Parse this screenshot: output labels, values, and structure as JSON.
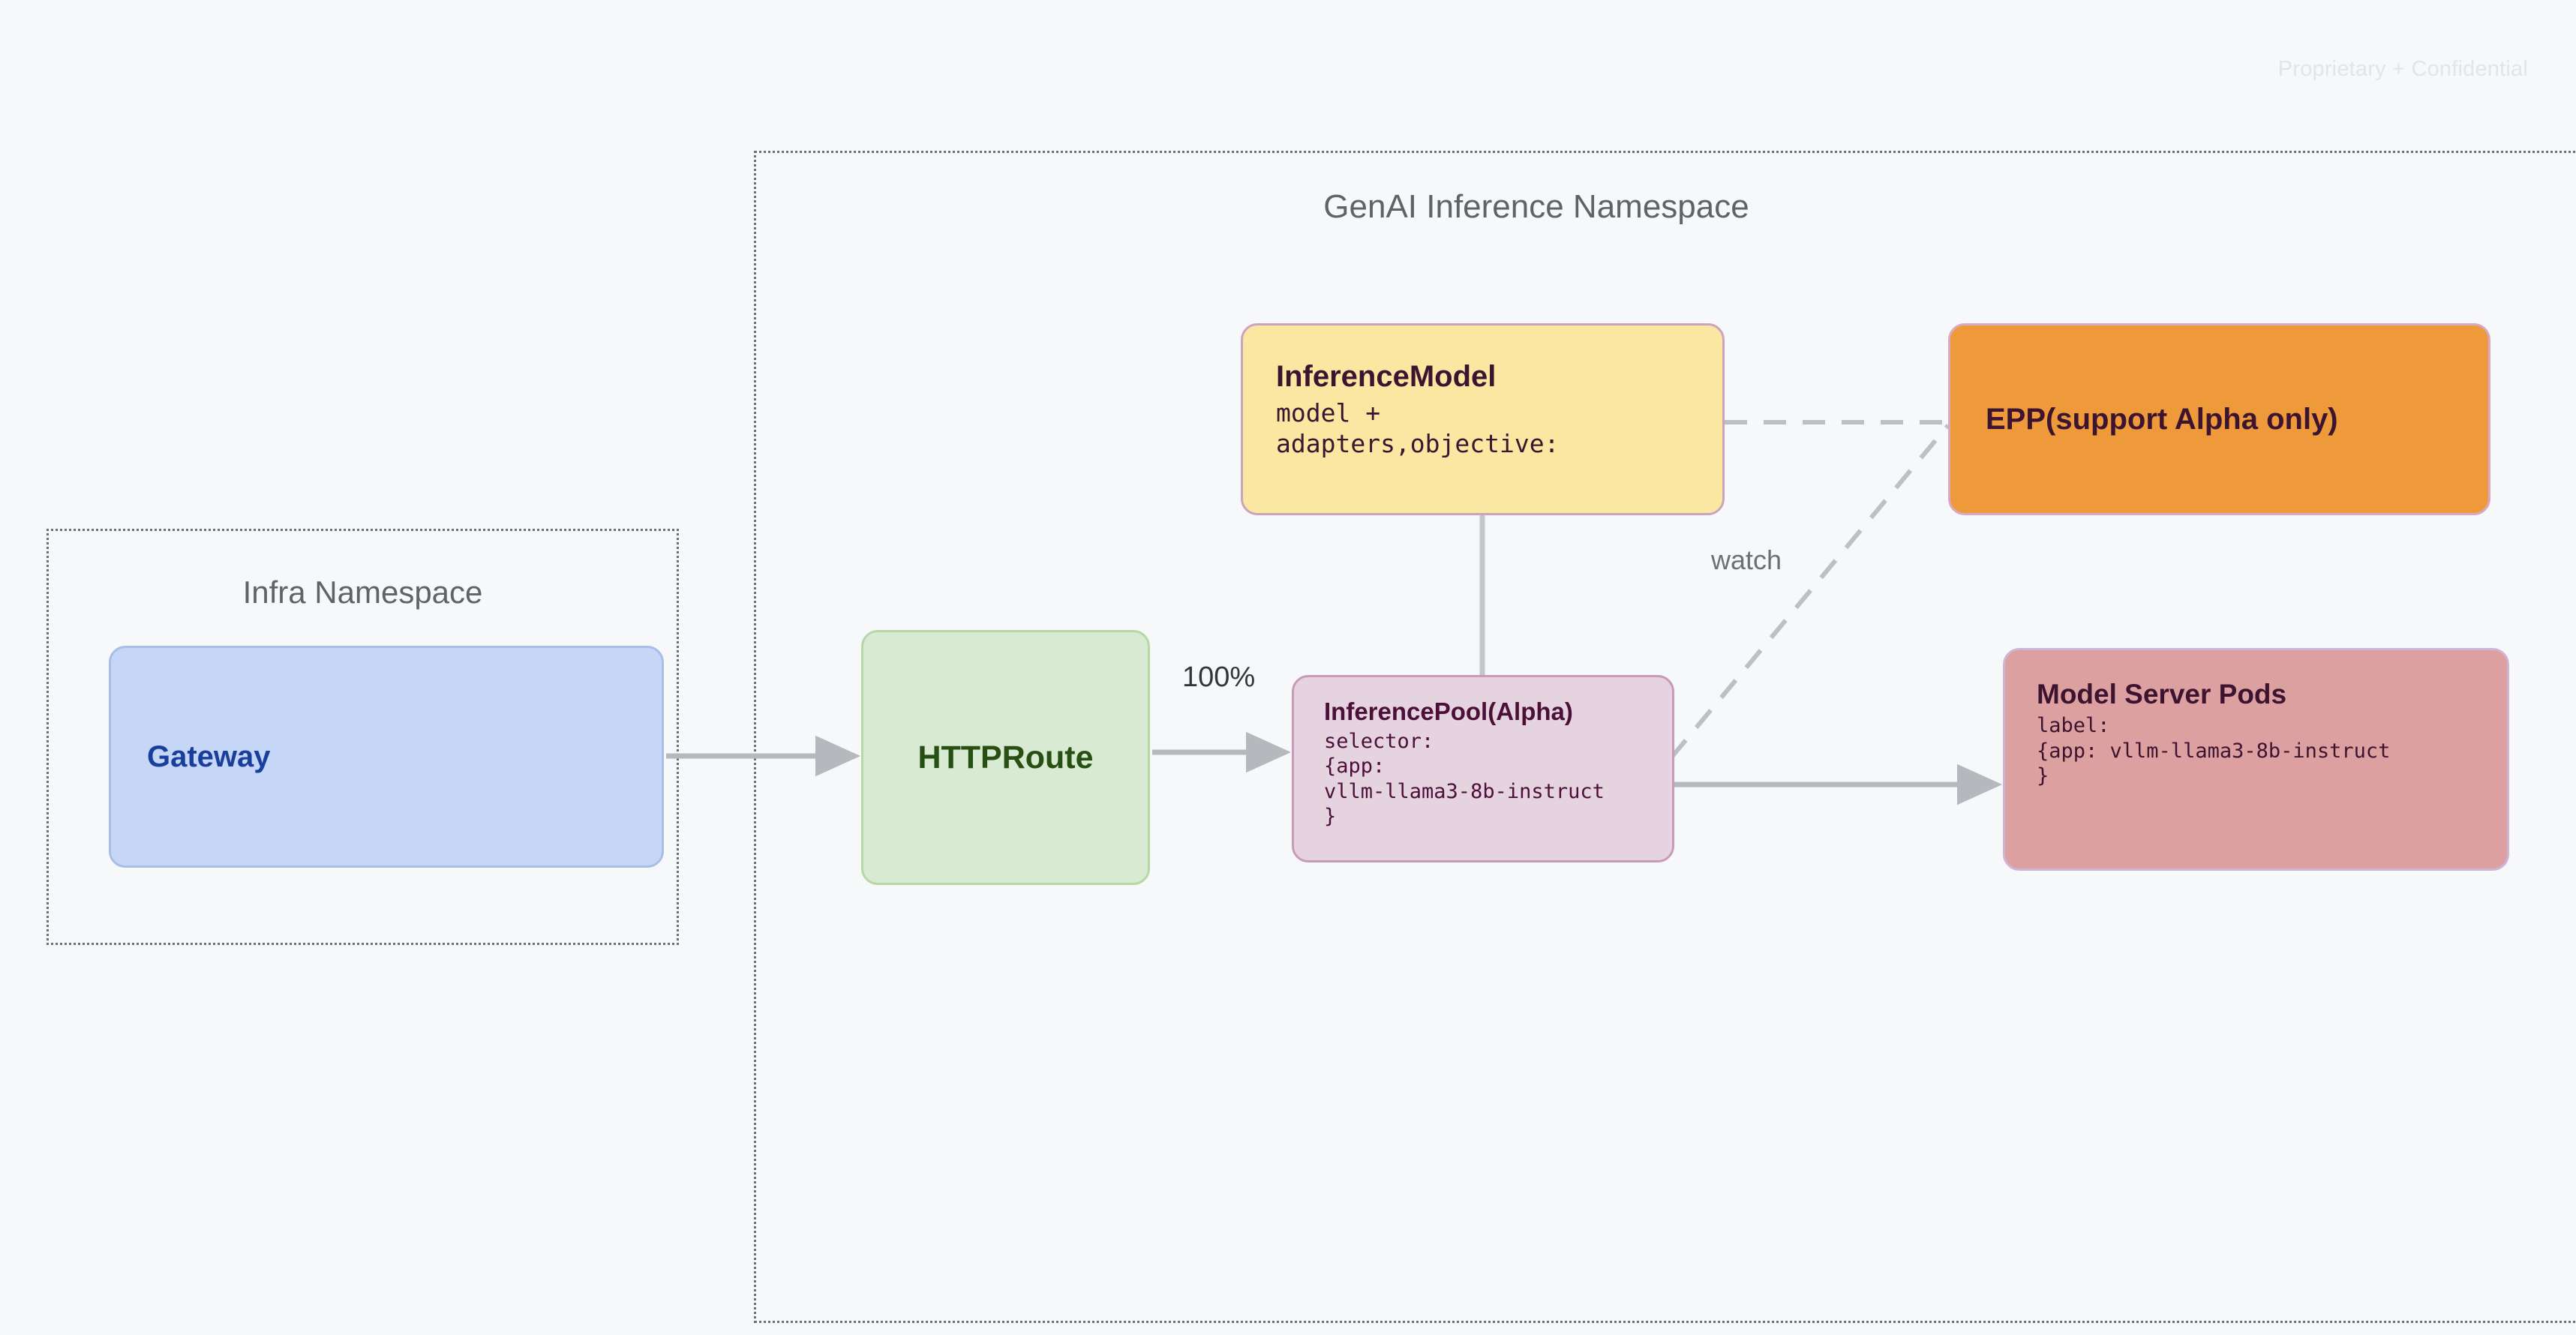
{
  "watermark": "Proprietary + Confidential",
  "namespaces": [
    {
      "id": "infra",
      "title": "Infra Namespace"
    },
    {
      "id": "genai",
      "title": "GenAI Inference Namespace"
    }
  ],
  "nodes": {
    "gateway": {
      "title": "Gateway",
      "fill": "#c6d6f7",
      "border": "#a8bde8",
      "text_color": "#1a3e9c"
    },
    "httproute": {
      "title": "HTTPRoute",
      "fill": "#d9ead3",
      "border": "#b6d7a8",
      "text_color": "#274e13"
    },
    "inference_model": {
      "title": "InferenceModel",
      "body": "model +\nadapters,objective:",
      "fill": "#fae7a2",
      "border": "#cba3bf",
      "text_color": "#3d1430"
    },
    "inference_pool": {
      "title": "InferencePool(Alpha)",
      "body": "selector:\n{app:\nvllm-llama3-8b-instruct\n}",
      "fill": "#e6d3e0",
      "border": "#c79ab7",
      "text_color": "#4b0f38"
    },
    "epp": {
      "title": "EPP(support Alpha only)",
      "fill": "#ef9a3a",
      "border": "#d8a8c5",
      "text_color": "#3d1430"
    },
    "model_server_pods": {
      "title": "Model Server Pods",
      "body": "label:\n{app: vllm-llama3-8b-instruct\n}",
      "fill": "#dda0a0",
      "border": "#cfb4d4",
      "text_color": "#3d1430"
    }
  },
  "edges": {
    "gateway_to_httproute": {
      "label": "",
      "style": "solid-arrow"
    },
    "httproute_to_pool": {
      "label": "100%",
      "style": "solid-arrow"
    },
    "model_to_pool": {
      "label": "",
      "style": "solid-line"
    },
    "model_to_epp": {
      "label": "",
      "style": "dashed"
    },
    "pool_to_epp": {
      "label": "watch",
      "style": "dashed"
    },
    "pool_to_pods": {
      "label": "",
      "style": "solid-arrow"
    }
  },
  "colors": {
    "background": "#f7f8fa",
    "namespace_border": "#6b6f76",
    "namespace_title": "#5f6368",
    "connector": "#b5b8bd",
    "edge_label": "#333639",
    "watch_label": "#6b6f76"
  }
}
